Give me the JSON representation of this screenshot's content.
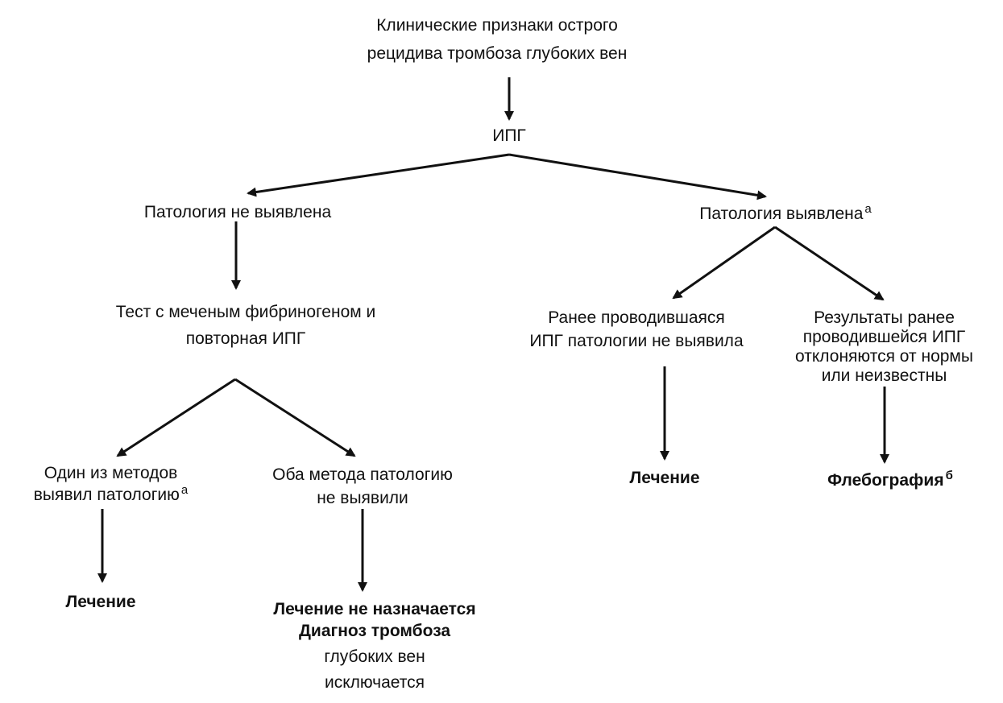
{
  "nodes": {
    "start": {
      "lines": [
        "Клинические признаки острого",
        "рецидива тромбоза глубоких вен"
      ]
    },
    "ipg": {
      "lines": [
        "ИПГ"
      ]
    },
    "no_path": {
      "lines": [
        "Патология не выявлена"
      ]
    },
    "path": {
      "lines": [
        "Патология выявлена"
      ],
      "note": "а"
    },
    "test": {
      "lines": [
        "Тест с меченым фибриногеном и",
        "повторная ИПГ"
      ]
    },
    "prev_normal": {
      "lines": [
        "Ранее проводившаяся",
        "ИПГ патологии не выявила"
      ]
    },
    "prev_abnormal": {
      "lines": [
        "Результаты ранее",
        "проводившейся  ИПГ",
        "отклоняются от нормы",
        "или неизвестны"
      ]
    },
    "one_method": {
      "lines": [
        "Один из методов",
        "выявил патологию"
      ],
      "note": "а"
    },
    "both_methods": {
      "lines": [
        "Оба метода патологию",
        "не выявили"
      ]
    },
    "treatment_right": {
      "lines": [
        "Лечение"
      ]
    },
    "phlebography": {
      "lines": [
        "Флебография"
      ],
      "note": "б"
    },
    "treatment_left": {
      "lines": [
        "Лечение"
      ]
    },
    "no_treatment": {
      "lines": [
        "Лечение не назначается",
        "Диагноз тромбоза",
        "глубоких вен",
        "исключается"
      ]
    }
  },
  "colors": {
    "ink": "#111111",
    "background": "#ffffff"
  }
}
